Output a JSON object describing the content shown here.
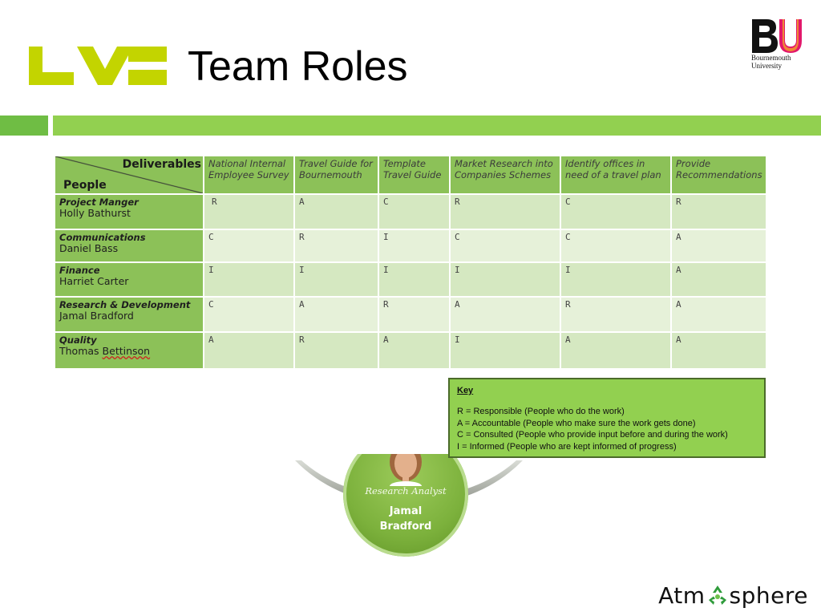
{
  "slide": {
    "title": "Team Roles"
  },
  "logos": {
    "lv": {
      "icon": "lv-logo",
      "color": "#c3d400",
      "text": "LV="
    },
    "bu": {
      "icon": "bu-logo",
      "name_line1": "Bournemouth",
      "name_line2": "University",
      "colors": [
        "#111111",
        "#e2176b",
        "#f19a2b"
      ]
    }
  },
  "table": {
    "corner_top": "Deliverables",
    "corner_bottom": "People",
    "columns": [
      {
        "line1": "National Internal",
        "line2": "Employee Survey"
      },
      {
        "line1": "Travel Guide for",
        "line2": "Bournemouth"
      },
      {
        "line1": "Template",
        "line2": "Travel Guide"
      },
      {
        "line1": "Market Research into",
        "line2": "Companies Schemes"
      },
      {
        "line1": "Identify offices in",
        "line2": "need of a travel plan"
      },
      {
        "line1": "Provide",
        "line2": "Recommendations"
      }
    ],
    "rows": [
      {
        "role": "Project Manger",
        "person": "Holly Bathurst",
        "values": [
          "R",
          "A",
          "C",
          "R",
          "C",
          "R"
        ]
      },
      {
        "role": "Communications",
        "person": "Daniel Bass",
        "values": [
          "C",
          "R",
          "I",
          "C",
          "C",
          "A"
        ]
      },
      {
        "role": "Finance",
        "person": "Harriet Carter",
        "values": [
          "I",
          "I",
          "I",
          "I",
          "I",
          "A"
        ]
      },
      {
        "role": "Research & Development",
        "person": "Jamal Bradford",
        "values": [
          "C",
          "A",
          "R",
          "A",
          "R",
          "A"
        ]
      },
      {
        "role": "Quality",
        "person_first": "Thomas",
        "person_last": "Bettinson",
        "values": [
          "A",
          "R",
          "A",
          "I",
          "A",
          "A"
        ]
      }
    ]
  },
  "org_chart": {
    "role": "Research  Analyst",
    "name_line1": "Jamal",
    "name_line2": "Bradford"
  },
  "key": {
    "title": "Key",
    "lines": [
      "R = Responsible (People who do the work)",
      "A = Accountable (People who make sure the work gets done)",
      "C = Consulted (People who provide input before and during the work)",
      "I = Informed (People who are kept informed of progress)"
    ]
  },
  "footer": {
    "brand_left": "Atm",
    "brand_right": "sphere",
    "icon": "recycle-icon"
  },
  "colors": {
    "accent_green": "#92d050",
    "dark_green": "#6fbd44",
    "header_green": "#8cc158",
    "cell_light": "#e6f1d9",
    "cell_mid": "#d5e8c1"
  }
}
